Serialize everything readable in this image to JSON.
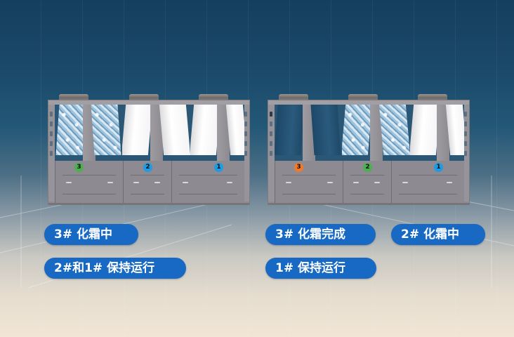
{
  "scene": {
    "background_top": "#163f5e",
    "background_bottom": "#f1e6d6"
  },
  "left_panel": {
    "modules": [
      {
        "number": "3",
        "badge_color": "#4caf50",
        "coil_state": "frosted"
      },
      {
        "number": "2",
        "badge_color": "#1e9be3",
        "coil_state": "normal"
      },
      {
        "number": "1",
        "badge_color": "#1e9be3",
        "coil_state": "normal"
      }
    ],
    "labels": [
      {
        "text": "3# 化霜中"
      },
      {
        "text": "2#和1# 保持运行"
      }
    ]
  },
  "right_panel": {
    "modules": [
      {
        "number": "3",
        "badge_color": "#f07a2a",
        "coil_state": "defrosted"
      },
      {
        "number": "2",
        "badge_color": "#4caf50",
        "coil_state": "frosted"
      },
      {
        "number": "1",
        "badge_color": "#1e9be3",
        "coil_state": "normal"
      }
    ],
    "labels": [
      {
        "text": "3# 化霜完成"
      },
      {
        "text": "2# 化霜中"
      },
      {
        "text": "1# 保持运行"
      }
    ]
  },
  "colors": {
    "pill": "#1769c4",
    "pill_text": "#ffffff"
  }
}
